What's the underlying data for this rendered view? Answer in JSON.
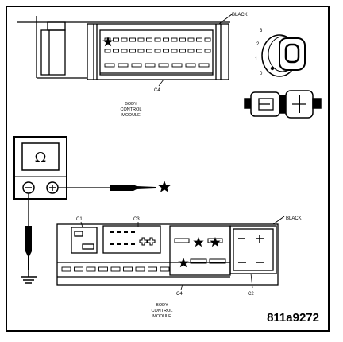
{
  "labels": {
    "black_top": "BLACK",
    "black_bottom": "BLACK",
    "c4_top": "C4",
    "c1": "C1",
    "c3": "C3",
    "c4_bottom": "C4",
    "c2": "C2",
    "bcm_top": [
      "BODY",
      "CONTROL",
      "MODULE"
    ],
    "bcm_bottom": [
      "BODY",
      "CONTROL",
      "MODULE"
    ],
    "key_positions": [
      "3",
      "2",
      "1",
      "0"
    ],
    "ohm_symbol": "Ω",
    "figure_id": "811a9272"
  },
  "colors": {
    "line": "#000000",
    "background": "#ffffff"
  },
  "icons": {
    "ohmmeter": "ohmmeter-icon",
    "ignition_key": "ignition-switch-icon",
    "connector_plug": "connector-plug-icon",
    "ground": "ground-icon",
    "star_marker": "star-icon"
  }
}
